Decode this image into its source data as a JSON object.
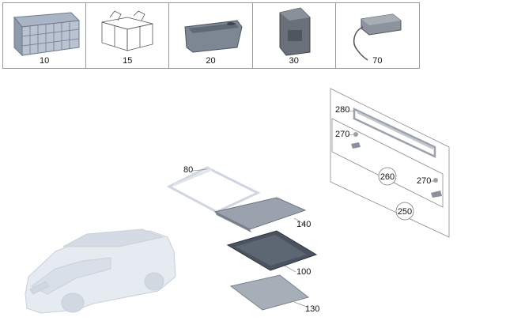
{
  "thumbnails": [
    {
      "label": "10",
      "icon": "crate-icon"
    },
    {
      "label": "15",
      "icon": "folding-box-icon"
    },
    {
      "label": "20",
      "icon": "tray-icon"
    },
    {
      "label": "30",
      "icon": "bag-icon"
    },
    {
      "label": "70",
      "icon": "power-module-icon"
    }
  ],
  "callouts": {
    "c80": "80",
    "c140": "140",
    "c100": "100",
    "c130": "130",
    "c280": "280",
    "c270a": "270",
    "c270b": "270",
    "c260": "260",
    "c250": "250"
  }
}
